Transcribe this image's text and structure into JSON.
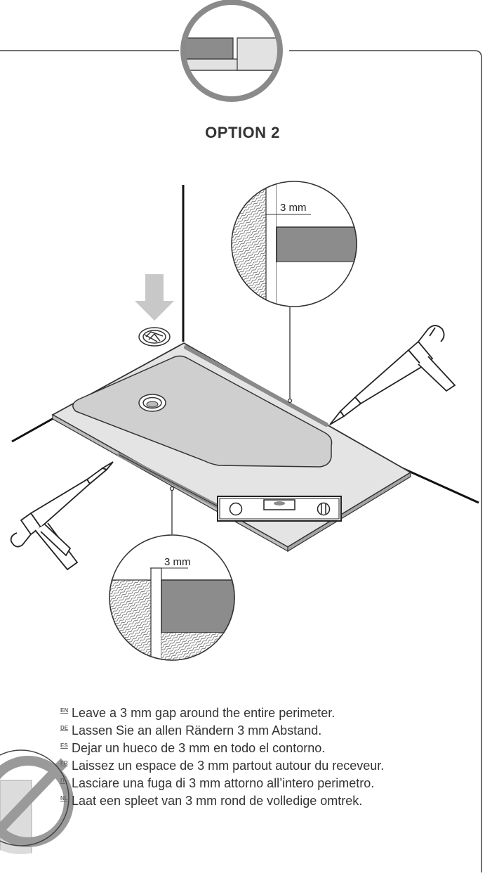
{
  "title": "OPTION 2",
  "gap_label_top": "3 mm",
  "gap_label_bottom": "3 mm",
  "instructions": [
    {
      "lang": "EN",
      "text": "Leave a 3 mm gap around the entire perimeter."
    },
    {
      "lang": "DE",
      "text": "Lassen Sie an allen Rändern 3 mm Abstand."
    },
    {
      "lang": "ES",
      "text": "Dejar un hueco de 3 mm en todo el contorno."
    },
    {
      "lang": "FR",
      "text": "Laissez un espace de 3 mm partout autour du receveur."
    },
    {
      "lang": "IT",
      "text": "Lasciare una fuga di 3 mm attorno all’intero perimetro."
    },
    {
      "lang": "NL",
      "text": "Laat een spleet van 3 mm rond de volledige omtrek."
    }
  ],
  "colors": {
    "frame": "#444444",
    "tray": "#e2e2e2",
    "tray_inner": "#cfcfcf",
    "grey_dark": "#8c8c8c",
    "arrow": "#c8c8c8"
  }
}
